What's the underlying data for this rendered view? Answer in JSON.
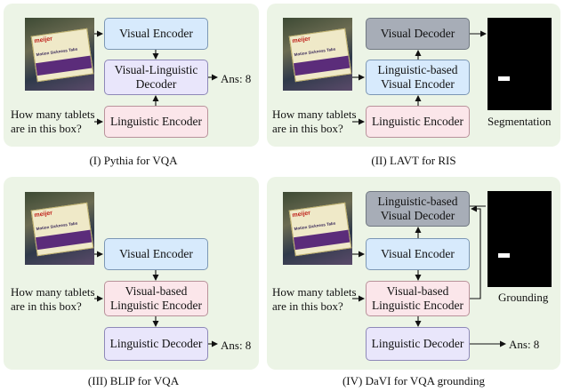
{
  "question": "How many tablets\nare in this box?",
  "panels": [
    {
      "caption": "(I) Pythia for VQA",
      "boxes": [
        "Visual Encoder",
        "Visual-Linguistic\nDecoder",
        "Linguistic Encoder"
      ],
      "answer": "Ans: 8"
    },
    {
      "caption": "(II) LAVT for RIS",
      "boxes": [
        "Visual Decoder",
        "Linguistic-based\nVisual Encoder",
        "Linguistic Encoder"
      ],
      "output_label": "Segmentation"
    },
    {
      "caption": "(III) BLIP for VQA",
      "boxes": [
        "Visual Encoder",
        "Visual-based\nLinguistic Encoder",
        "Linguistic Decoder"
      ],
      "answer": "Ans: 8"
    },
    {
      "caption": "(IV) DaVI for VQA grounding",
      "boxes": [
        "Linguistic-based\nVisual Decoder",
        "Visual Encoder",
        "Visual-based\nLinguistic Encoder",
        "Linguistic Decoder"
      ],
      "answer": "Ans: 8",
      "output_label": "Grounding"
    }
  ],
  "photo": {
    "brand": "meijer",
    "product": "Motion Sickness Tabs",
    "badge": "Less Drowsy Relief"
  },
  "colors": {
    "panel_bg": "#ecf4e6",
    "visual_box": "#d7eafc",
    "linguistic_box": "#fbe6ea",
    "decoder_box": "#e9e6fb",
    "visual_decoder_box": "#a7adb7"
  }
}
